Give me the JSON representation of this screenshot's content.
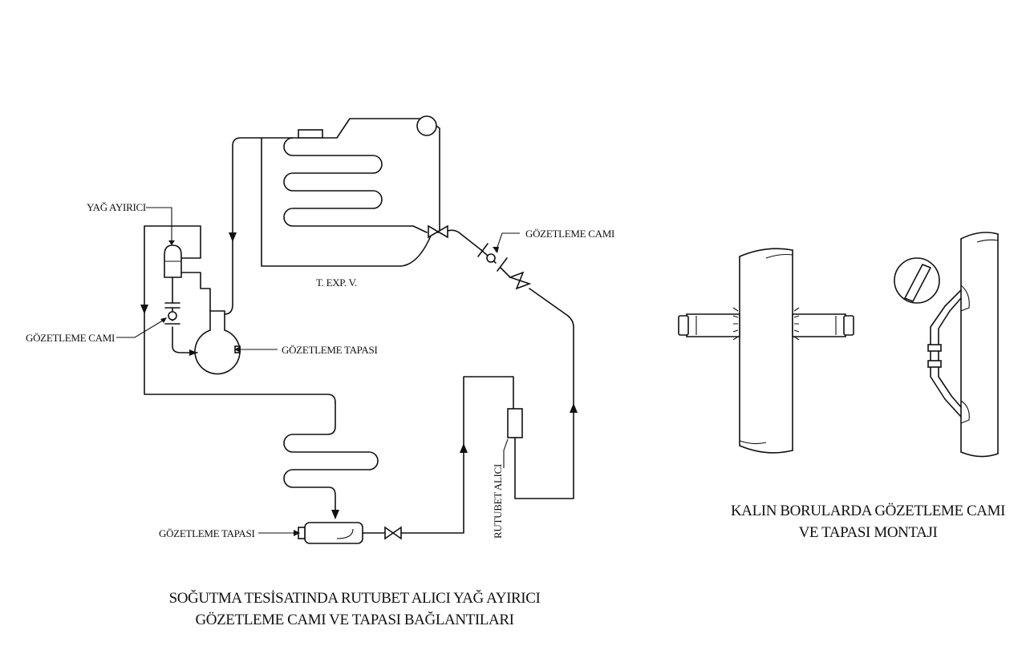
{
  "labels": {
    "oil_separator": "YAĞ AYIRICI",
    "sight_glass_left": "GÖZETLEME CAMI",
    "sight_plug_right": "GÖZETLEME TAPASI",
    "texp_valve": "T. EXP. V.",
    "sight_glass_top": "GÖZETLEME CAMI",
    "sight_plug_bottom": "GÖZETLEME TAPASI",
    "drier": "RUTUBET ALICI"
  },
  "captions": {
    "left_line1": "SOĞUTMA TESİSATINDA RUTUBET ALICI YAĞ AYIRICI",
    "left_line2": "GÖZETLEME CAMI VE TAPASI BAĞLANTILARI",
    "right_line1": "KALIN BORULARDA GÖZETLEME CAMI",
    "right_line2": "VE TAPASI MONTAJI"
  }
}
